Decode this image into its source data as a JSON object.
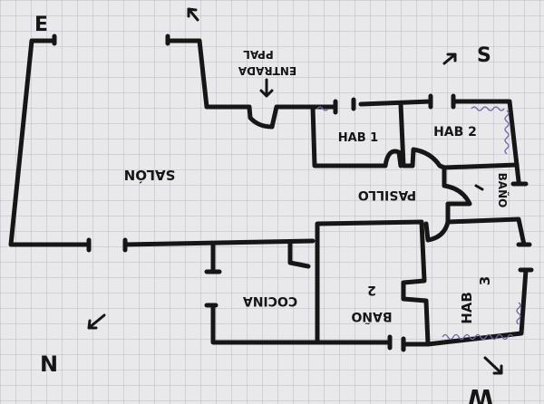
{
  "compass": {
    "east": "E",
    "north": "N",
    "south": "S",
    "west": "W"
  },
  "labels": {
    "entrance_line1": "ENTRADA",
    "entrance_line2": "PPAL",
    "salon": "SALÓN",
    "hab1": "HAB 1",
    "hab2": "HAB 2",
    "pasillo": "PASILLO",
    "bano": "BAÑO",
    "cocina": "COCINA",
    "bano2_line1": "BAÑO",
    "bano2_line2": "2",
    "hab3_line1": "HAB",
    "hab3_line2": "3"
  },
  "colors": {
    "paper": "#e9e9eb",
    "grid": "#b9bcc4",
    "ink": "#161616",
    "radiator": "#6a66a8"
  }
}
